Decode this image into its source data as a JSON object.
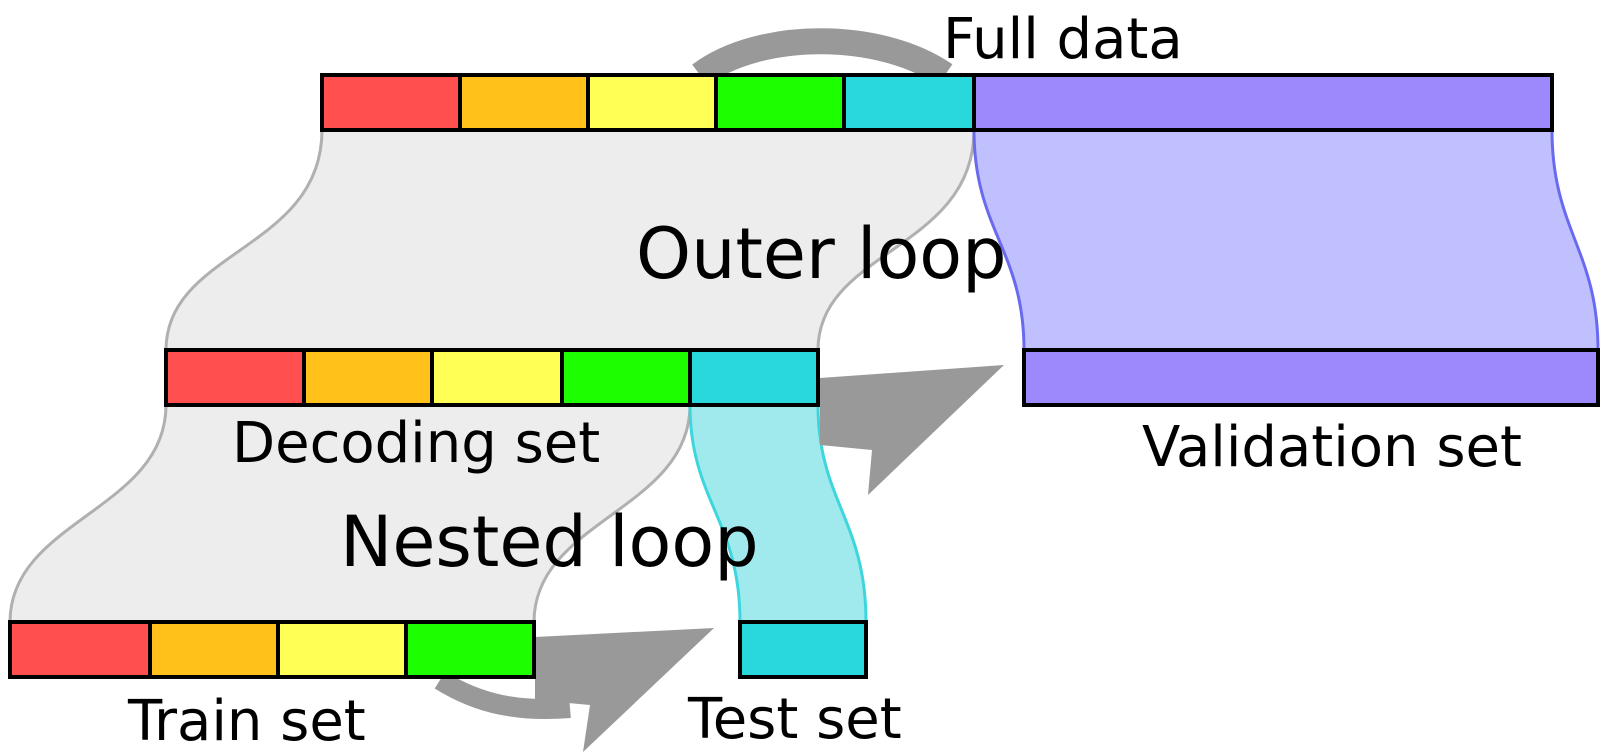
{
  "labels": {
    "full_data": "Full data",
    "outer_loop": "Outer loop",
    "decoding_set": "Decoding set",
    "validation_set": "Validation set",
    "nested_loop": "Nested loop",
    "train_set": "Train set",
    "test_set": "Test set"
  },
  "colors": {
    "fold_1": "#ff4f4f",
    "fold_2": "#ffc11a",
    "fold_3": "#ffff55",
    "fold_4": "#1dff00",
    "fold_5": "#29d8dc",
    "validation": "#9e89fc",
    "validation_band": "#c0c0ff",
    "validation_band_edge": "#6a6af0",
    "test_band": "#a0eaee",
    "test_band_edge": "#3cd6dc",
    "loop_band": "#ededed",
    "loop_band_edge": "#b0b0b0",
    "arrow": "#999999"
  },
  "bars": {
    "full_data": [
      "fold_1",
      "fold_2",
      "fold_3",
      "fold_4",
      "fold_5",
      "validation"
    ],
    "decoding_set": [
      "fold_1",
      "fold_2",
      "fold_3",
      "fold_4",
      "fold_5"
    ],
    "validation_set": [
      "validation"
    ],
    "train_set": [
      "fold_1",
      "fold_2",
      "fold_3",
      "fold_4"
    ],
    "test_set": [
      "fold_5"
    ]
  }
}
